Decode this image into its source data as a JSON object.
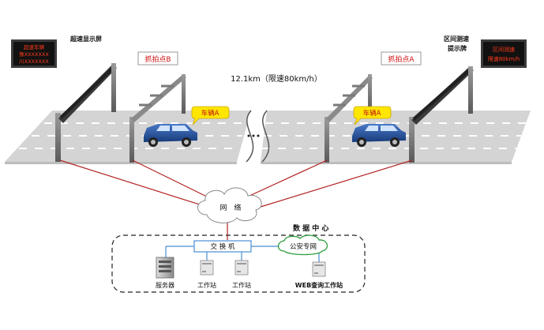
{
  "signs": {
    "left_caption": "超速显示屏",
    "left_lines": [
      "超速车辆",
      "豫XXXXXXX",
      "川XXXXXXX"
    ],
    "right_caption_line1": "区间测速",
    "right_caption_line2": "提示牌",
    "right_lines": [
      "区间测速",
      "限速80km/h"
    ]
  },
  "capture_points": {
    "b": "抓拍点B",
    "a": "抓拍点A"
  },
  "vehicle_labels": {
    "left": "车辆A",
    "right": "车辆A"
  },
  "distance_label": "12.1km（限速80km/h）",
  "network_label": "网　络",
  "data_center": {
    "title": "数 据 中 心",
    "switch": "交 换 机",
    "police_network": "公安专网",
    "server": "服务器",
    "workstation_1": "工作站",
    "workstation_2": "工作站",
    "web_workstation": "WEB查询工作站"
  },
  "colors": {
    "link_red": "#b22222",
    "sign_text": "#ff3b1a",
    "callout_fill": "#ffe600",
    "car_blue": "#1f4f9a",
    "road_gray": "#d6d6d6"
  }
}
